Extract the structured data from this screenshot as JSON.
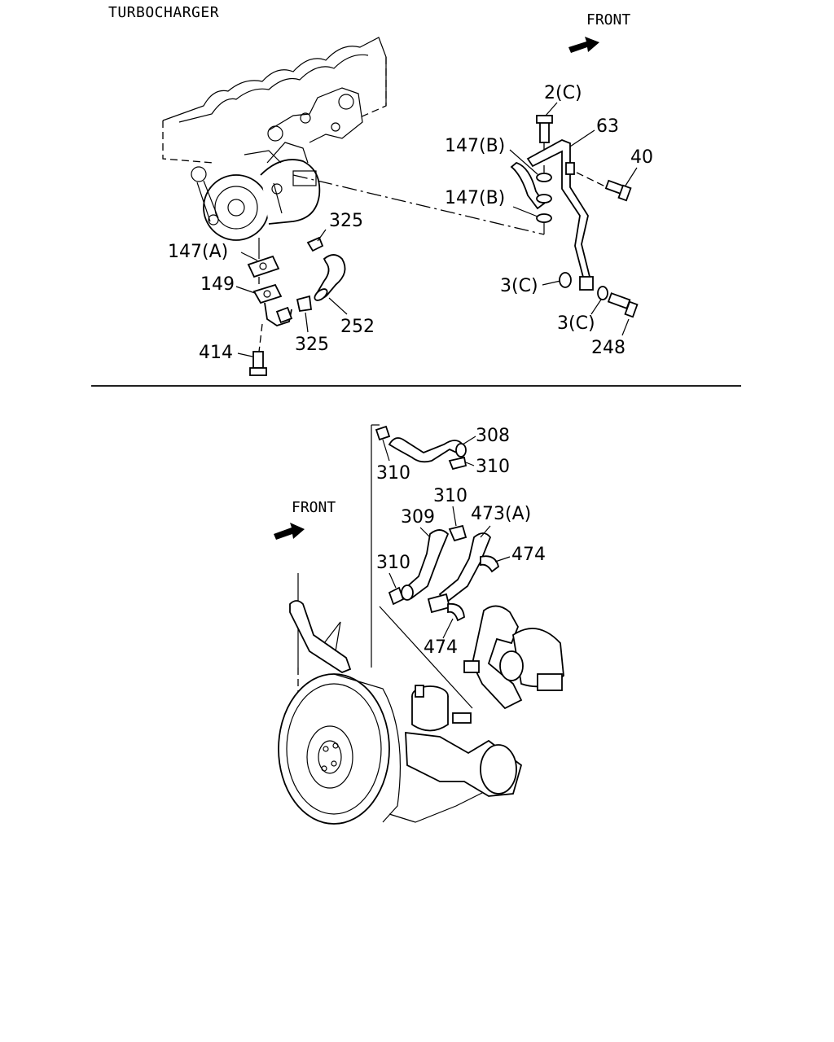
{
  "title": "TURBOCHARGER",
  "front_arrows": [
    "FRONT",
    "FRONT"
  ],
  "callouts": {
    "c_147a": "147(A)",
    "c_149": "149",
    "c_414": "414",
    "c_325_top": "325",
    "c_325_bottom": "325",
    "c_252": "252",
    "c_2c": "2(C)",
    "c_63": "63",
    "c_147b_1": "147(B)",
    "c_147b_2": "147(B)",
    "c_40": "40",
    "c_3c_left": "3(C)",
    "c_3c_bottom": "3(C)",
    "c_248": "248",
    "c_308": "308",
    "c_310_a": "310",
    "c_310_b": "310",
    "c_310_c": "310",
    "c_310_d": "310",
    "c_309": "309",
    "c_473a": "473(A)",
    "c_474_right": "474",
    "c_474_bottom": "474"
  }
}
